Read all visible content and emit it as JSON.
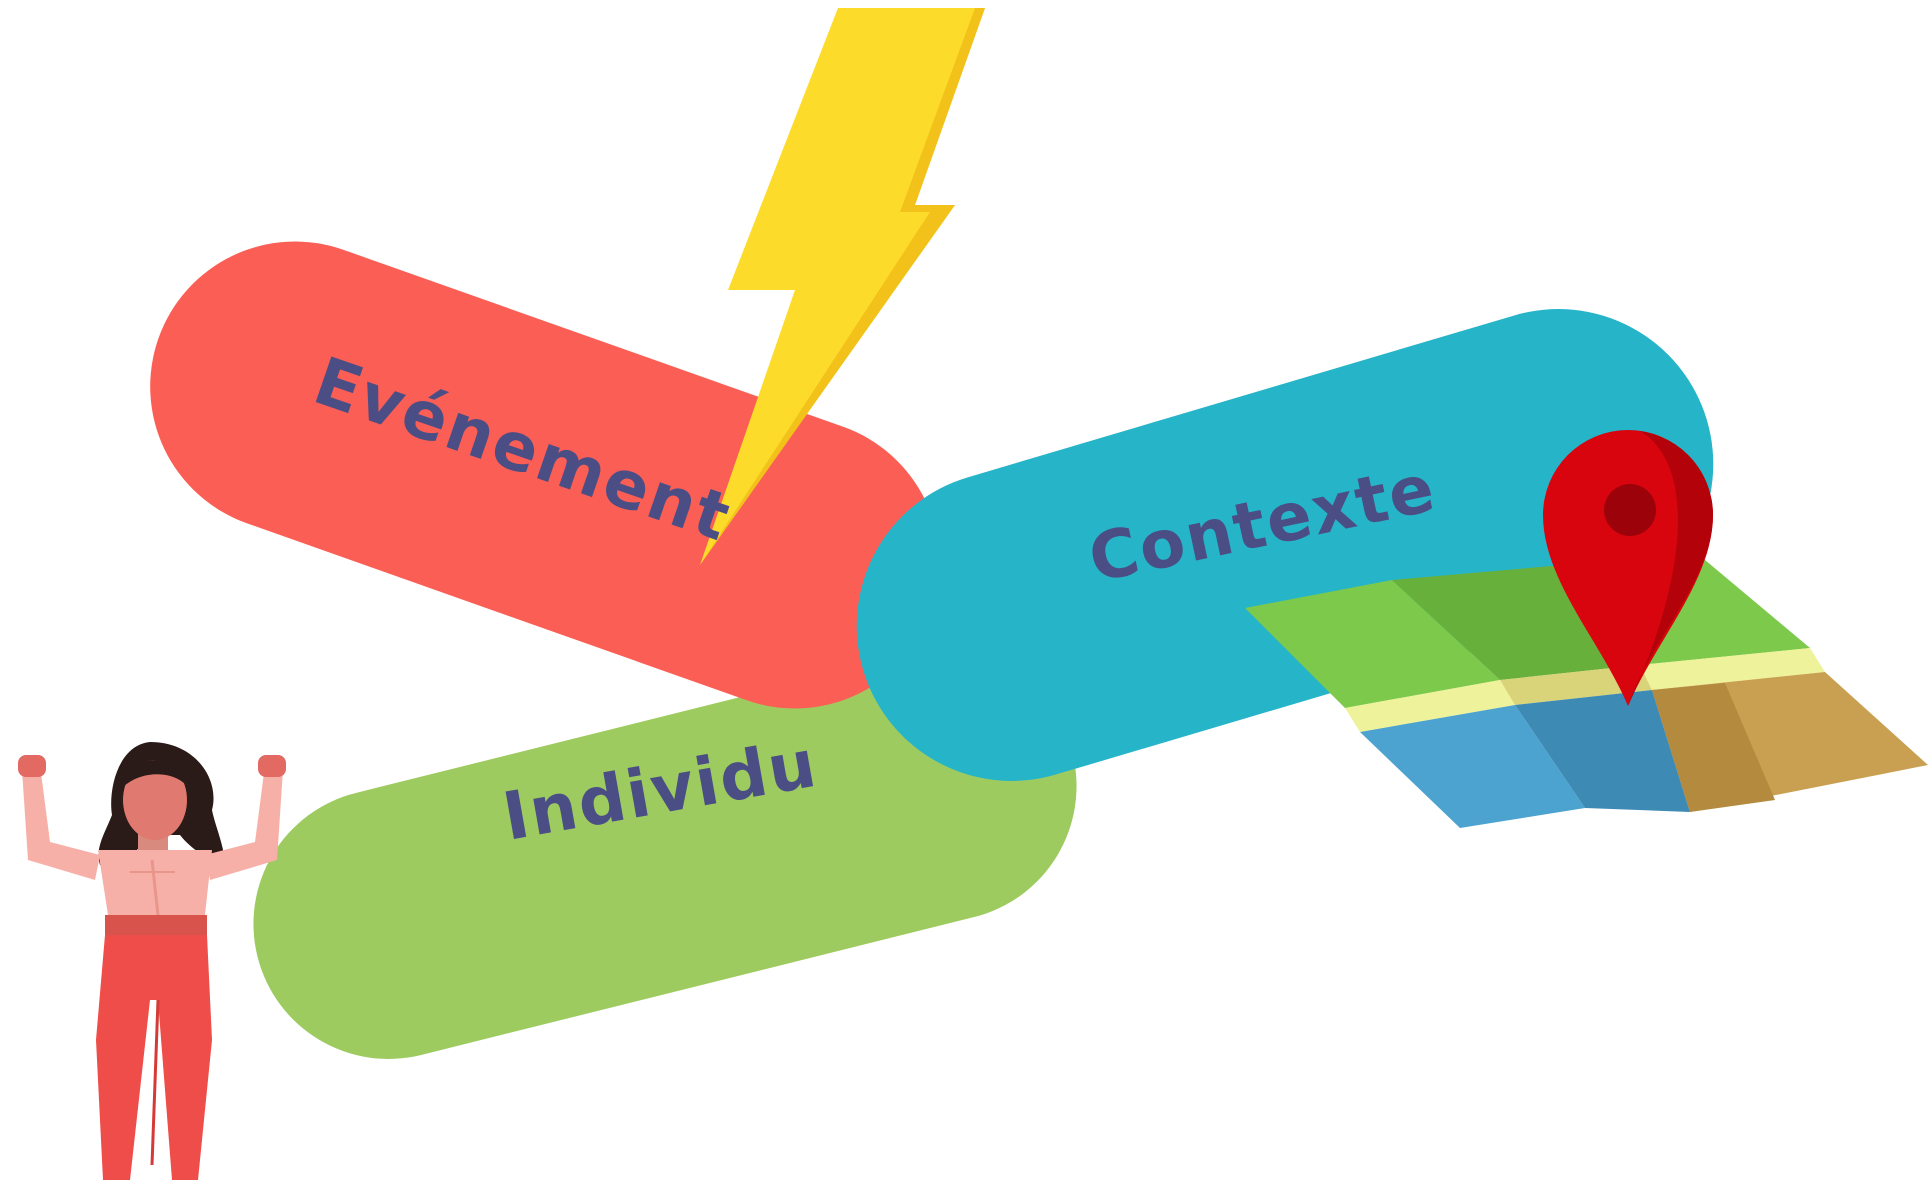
{
  "labels": {
    "event": "Evénement",
    "context": "Contexte",
    "individual": "Individu"
  },
  "colors": {
    "event_pill": "#fb5e55",
    "context_pill": "#26b4c8",
    "individual_pill": "#9dcb60",
    "label_text": "#4a4e85",
    "lightning": "#fcdb2b",
    "map_pin": "#d9050e"
  },
  "icons": [
    "lightning-bolt-icon",
    "map-pin-icon",
    "folded-map-icon",
    "person-figure-icon"
  ]
}
